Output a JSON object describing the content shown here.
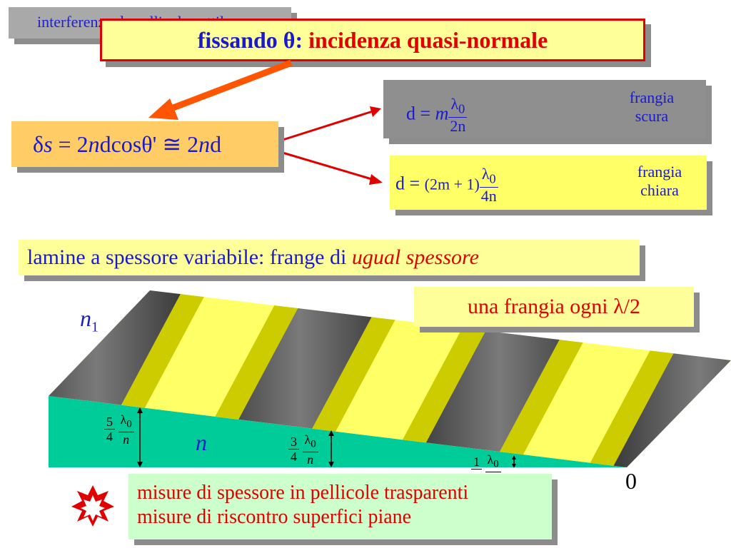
{
  "header": {
    "prev_title": "interferenza da pellicola sottile",
    "title_part1": "fissando θ:",
    "title_part2": "incidenza quasi-normale"
  },
  "equation": {
    "delta": "δ",
    "s": "s",
    "eq1": " = 2",
    "n1": "n",
    "rest1": "dcosθ' ≅ 2",
    "n2": "n",
    "d": "d"
  },
  "dark_condition": {
    "lhs": "d =",
    "m": "m",
    "numer": "λ",
    "numer_sub": "0",
    "denom": "2n",
    "label": [
      "frangia",
      "scura"
    ]
  },
  "bright_condition": {
    "lhs": "d =",
    "factor": "(2m + 1)",
    "numer": "λ",
    "numer_sub": "0",
    "denom": "4n",
    "label": [
      "frangia",
      "chiara"
    ]
  },
  "section": {
    "text": "lamine a spessore variabile: frange di ",
    "emphasis": "ugual spessore"
  },
  "fringe_note": "una frangia ogni λ/2",
  "wedge": {
    "n_top": "n",
    "n_top_sub": "1",
    "n_film": "n",
    "zero": "0",
    "thickness_labels": [
      {
        "coef_num": "5",
        "coef_den": "4",
        "lambda": "λ",
        "lambda_sub": "0",
        "n": "n"
      },
      {
        "coef_num": "3",
        "coef_den": "4",
        "lambda": "λ",
        "lambda_sub": "0",
        "n": "n"
      },
      {
        "coef_num": "1",
        "coef_den": "",
        "lambda": "λ",
        "lambda_sub": "0",
        "n": ""
      }
    ]
  },
  "notes": [
    "misure di  spessore in pellicole trasparenti",
    "misure di riscontro superfici piane"
  ],
  "colors": {
    "blue": "#1a1acc",
    "red": "#e00000",
    "film": "#00cc99",
    "fringe_bright": "#ffff66",
    "fringe_mid": "#cccc00",
    "fringe_dark": "#555555"
  }
}
